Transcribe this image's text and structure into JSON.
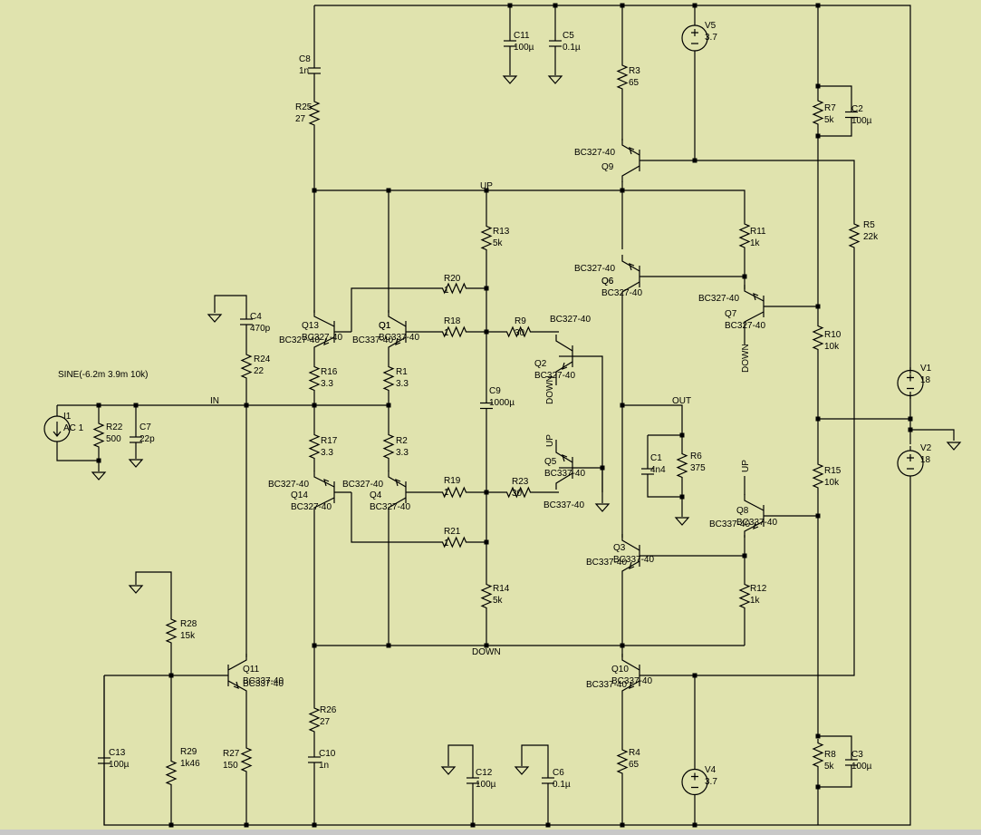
{
  "title": "",
  "source_text": "SINE(-6.2m 3.9m 10k)",
  "nets": [
    "IN",
    "UP",
    "DOWN",
    "OUT"
  ],
  "components": [
    {
      "id": "C8",
      "value": "1n"
    },
    {
      "id": "R25",
      "value": "27"
    },
    {
      "id": "C11",
      "value": "100µ"
    },
    {
      "id": "C5",
      "value": "0.1µ"
    },
    {
      "id": "R3",
      "value": "65"
    },
    {
      "id": "V5",
      "value": "3.7"
    },
    {
      "id": "R7",
      "value": "5k"
    },
    {
      "id": "C2",
      "value": "100µ"
    },
    {
      "id": "Q9",
      "value": "BC327-40"
    },
    {
      "id": "R5",
      "value": "22k"
    },
    {
      "id": "R13",
      "value": "5k"
    },
    {
      "id": "R11",
      "value": "1k"
    },
    {
      "id": "Q6",
      "value": "BC327-40"
    },
    {
      "id": "Q7",
      "value": "BC327-40"
    },
    {
      "id": "R20",
      "value": "1"
    },
    {
      "id": "C4",
      "value": "470p"
    },
    {
      "id": "Q13",
      "value": "BC327-40"
    },
    {
      "id": "Q1",
      "value": "BC337-40"
    },
    {
      "id": "R18",
      "value": "1"
    },
    {
      "id": "R9",
      "value": "30"
    },
    {
      "id": "Q2",
      "value": "BC327-40"
    },
    {
      "id": "R10",
      "value": "10k"
    },
    {
      "id": "R24",
      "value": "22"
    },
    {
      "id": "R16",
      "value": "3.3"
    },
    {
      "id": "R1",
      "value": "3.3"
    },
    {
      "id": "C9",
      "value": "1000µ"
    },
    {
      "id": "V1",
      "value": "18"
    },
    {
      "id": "I1",
      "value": "AC 1"
    },
    {
      "id": "R22",
      "value": "500"
    },
    {
      "id": "C7",
      "value": "22p"
    },
    {
      "id": "C1",
      "value": "4n4"
    },
    {
      "id": "R6",
      "value": "375"
    },
    {
      "id": "V2",
      "value": "18"
    },
    {
      "id": "R17",
      "value": "3.3"
    },
    {
      "id": "R2",
      "value": "3.3"
    },
    {
      "id": "Q5",
      "value": "BC337-40"
    },
    {
      "id": "R15",
      "value": "10k"
    },
    {
      "id": "Q14",
      "value": "BC327-40"
    },
    {
      "id": "Q4",
      "value": "BC327-40"
    },
    {
      "id": "R19",
      "value": "1"
    },
    {
      "id": "R23",
      "value": "30"
    },
    {
      "id": "Q8",
      "value": "BC337-40"
    },
    {
      "id": "R21",
      "value": "1"
    },
    {
      "id": "Q3",
      "value": "BC337-40"
    },
    {
      "id": "R14",
      "value": "5k"
    },
    {
      "id": "R12",
      "value": "1k"
    },
    {
      "id": "R28",
      "value": "15k"
    },
    {
      "id": "Q11",
      "value": "BC337-40"
    },
    {
      "id": "Q10",
      "value": "BC337-40"
    },
    {
      "id": "R26",
      "value": "27"
    },
    {
      "id": "R27",
      "value": "150"
    },
    {
      "id": "C10",
      "value": "1n"
    },
    {
      "id": "C13",
      "value": "100µ"
    },
    {
      "id": "R29",
      "value": "1k46"
    },
    {
      "id": "C12",
      "value": "100µ"
    },
    {
      "id": "C6",
      "value": "0.1µ"
    },
    {
      "id": "R4",
      "value": "65"
    },
    {
      "id": "V4",
      "value": "3.7"
    },
    {
      "id": "R8",
      "value": "5k"
    },
    {
      "id": "C3",
      "value": "100µ"
    }
  ]
}
